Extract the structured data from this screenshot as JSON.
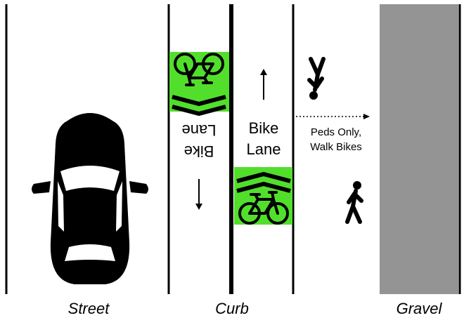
{
  "lanes": {
    "left_bike_lane": {
      "line1": "Bike",
      "line2": "Lane"
    },
    "right_bike_lane": {
      "line1": "Bike",
      "line2": "Lane"
    },
    "sidewalk": {
      "line1": "Peds Only,",
      "line2": "Walk Bikes"
    }
  },
  "zone_labels": {
    "street": "Street",
    "curb": "Curb",
    "gravel": "Gravel"
  },
  "colors": {
    "bike_marking": "#52df2c",
    "gravel": "#949494",
    "line": "#000000",
    "background": "#ffffff"
  },
  "icons": {
    "car": "car-top-view-icon",
    "bike": "bicycle-icon",
    "chevron": "double-chevron-icon",
    "pedestrian": "pedestrian-icon",
    "arrow": "arrow-icon"
  }
}
